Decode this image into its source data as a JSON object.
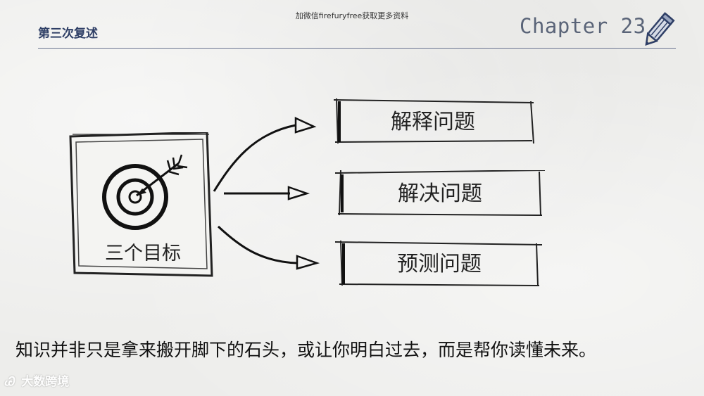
{
  "header": {
    "watermark": "加微信firefuryfree获取更多资料",
    "section_title": "第三次复述",
    "chapter": "Chapter 23"
  },
  "goal_card": {
    "label": "三个目标"
  },
  "boxes": [
    {
      "label": "解释问题"
    },
    {
      "label": "解决问题"
    },
    {
      "label": "预测问题"
    }
  ],
  "quote": "知识并非只是拿来搬开脚下的石头，或让你明白过去，而是帮你读懂未来。",
  "brand": {
    "logo": "Ꮚ",
    "name": "大数跨境"
  },
  "icons": {
    "pencil": "pencil-icon",
    "target": "target-icon"
  }
}
